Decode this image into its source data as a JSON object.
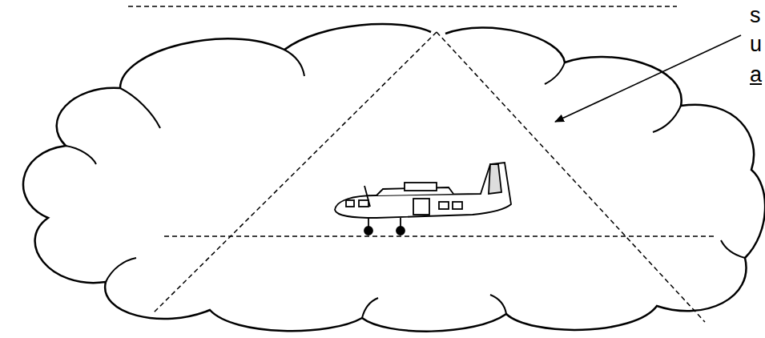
{
  "diagram": {
    "labels": [
      "s",
      "u",
      "a"
    ]
  }
}
